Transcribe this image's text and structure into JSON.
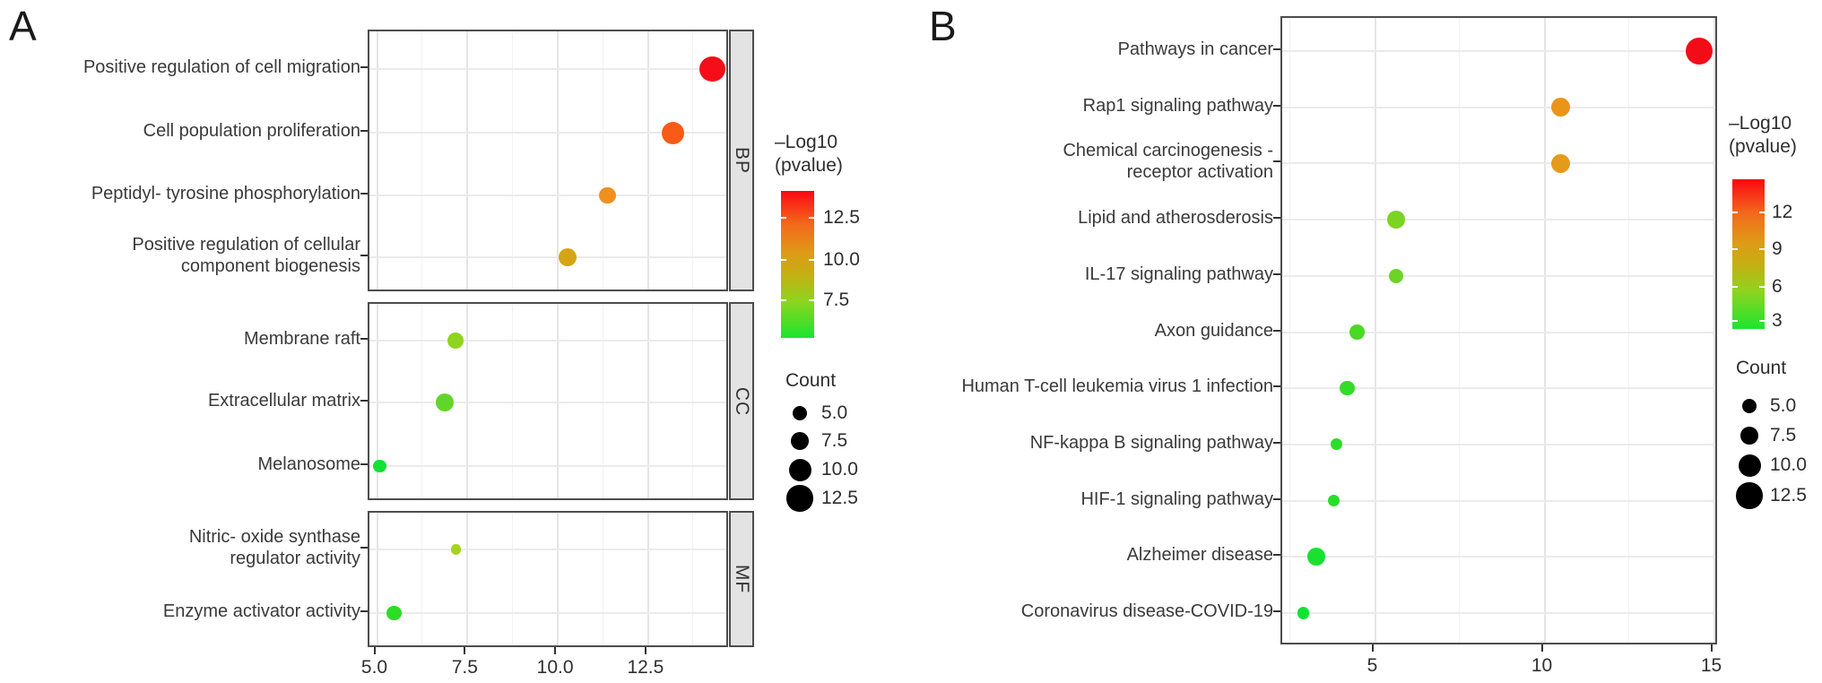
{
  "panels": [
    {
      "label": "A"
    },
    {
      "label": "B"
    }
  ],
  "chart_data": [
    {
      "type": "scatter",
      "panel_label": "A",
      "description": "GO enrichment dot plot faceted by ontology",
      "x_axis": {
        "tick_labels": [
          "5.0",
          "7.5",
          "10.0",
          "12.5"
        ],
        "tick_values": [
          5,
          7.5,
          10,
          12.5
        ],
        "minor_values": [
          6.25,
          8.75,
          11.25,
          13.75
        ],
        "range": [
          4.8,
          14.8
        ]
      },
      "facets": [
        {
          "name": "BP",
          "points": [
            {
              "term_lines": [
                "Positive regulation of cell migration"
              ],
              "x": 14.3,
              "count": 12,
              "neg_log10_pvalue": 13.9,
              "color": "#f50d19"
            },
            {
              "term_lines": [
                "Cell population proliferation"
              ],
              "x": 13.2,
              "count": 10,
              "neg_log10_pvalue": 12.7,
              "color": "#f95a16"
            },
            {
              "term_lines": [
                "Peptidyl- tyrosine phosphorylation"
              ],
              "x": 11.4,
              "count": 6,
              "neg_log10_pvalue": 11.3,
              "color": "#ef8f1c"
            },
            {
              "term_lines": [
                "Positive regulation of cellular",
                "component biogenesis"
              ],
              "x": 10.3,
              "count": 7,
              "neg_log10_pvalue": 10.4,
              "color": "#d5a513"
            }
          ]
        },
        {
          "name": "CC",
          "points": [
            {
              "term_lines": [
                "Membrane raft"
              ],
              "x": 7.2,
              "count": 6,
              "neg_log10_pvalue": 8.3,
              "color": "#8fd41f"
            },
            {
              "term_lines": [
                "Extracellular matrix"
              ],
              "x": 6.9,
              "count": 7,
              "neg_log10_pvalue": 7.5,
              "color": "#62d52a"
            },
            {
              "term_lines": [
                "Melanosome"
              ],
              "x": 5.1,
              "count": 4,
              "neg_log10_pvalue": 6.2,
              "color": "#13e233"
            }
          ]
        },
        {
          "name": "MF",
          "points": [
            {
              "term_lines": [
                "Nitric- oxide synthase",
                "regulator activity"
              ],
              "x": 7.2,
              "count": 2,
              "neg_log10_pvalue": 8.5,
              "color": "#a6d41b"
            },
            {
              "term_lines": [
                "Enzyme activator activity"
              ],
              "x": 5.5,
              "count": 5,
              "neg_log10_pvalue": 6.8,
              "color": "#2cdc28"
            }
          ]
        }
      ],
      "color_legend": {
        "title_line1": "–Log10",
        "title_line2": "(pvalue)",
        "tick_labels": [
          "12.5",
          "10.0",
          "7.5"
        ],
        "tick_fractions": [
          0.183,
          0.47,
          0.744
        ],
        "high_color": "#fb0712",
        "low_color": "#1be52e"
      },
      "size_legend": {
        "title": "Count",
        "entries": [
          "5.0",
          "7.5",
          "10.0",
          "12.5"
        ],
        "values": [
          5,
          7.5,
          10,
          12.5
        ]
      }
    },
    {
      "type": "scatter",
      "panel_label": "B",
      "description": "KEGG pathway enrichment dot plot",
      "x_axis": {
        "tick_labels": [
          "5",
          "10",
          "15"
        ],
        "tick_values": [
          5,
          10,
          15
        ],
        "minor_values": [
          2.5,
          7.5,
          12.5
        ],
        "range": [
          2.3,
          15.2
        ]
      },
      "facets": [
        {
          "name": "",
          "points": [
            {
              "term_lines": [
                "Pathways in cancer"
              ],
              "x": 14.6,
              "count": 13,
              "neg_log10_pvalue": 13.0,
              "color": "#f30b18"
            },
            {
              "term_lines": [
                "Rap1 signaling pathway"
              ],
              "x": 10.5,
              "count": 8,
              "neg_log10_pvalue": 9.3,
              "color": "#e9951a"
            },
            {
              "term_lines": [
                "Chemical carcinogenesis -",
                "receptor activation"
              ],
              "x": 10.5,
              "count": 8,
              "neg_log10_pvalue": 9.3,
              "color": "#e59b19"
            },
            {
              "term_lines": [
                "Lipid and atherosderosis"
              ],
              "x": 5.65,
              "count": 7,
              "neg_log10_pvalue": 5.2,
              "color": "#7cd321"
            },
            {
              "term_lines": [
                "IL-17 signaling pathway"
              ],
              "x": 5.65,
              "count": 5,
              "neg_log10_pvalue": 4.9,
              "color": "#6bd425"
            },
            {
              "term_lines": [
                "Axon guidance"
              ],
              "x": 4.5,
              "count": 5,
              "neg_log10_pvalue": 4.3,
              "color": "#4cd827"
            },
            {
              "term_lines": [
                "Human T-cell leukemia virus 1 infection"
              ],
              "x": 4.2,
              "count": 5,
              "neg_log10_pvalue": 3.9,
              "color": "#35db29"
            },
            {
              "term_lines": [
                "NF-kappa B signaling pathway"
              ],
              "x": 3.9,
              "count": 3,
              "neg_log10_pvalue": 3.6,
              "color": "#2cdd2b"
            },
            {
              "term_lines": [
                "HIF-1 signaling pathway"
              ],
              "x": 3.8,
              "count": 3,
              "neg_log10_pvalue": 3.5,
              "color": "#28de2c"
            },
            {
              "term_lines": [
                "Alzheimer disease"
              ],
              "x": 3.3,
              "count": 7,
              "neg_log10_pvalue": 3.1,
              "color": "#1ce030"
            },
            {
              "term_lines": [
                "Coronavirus disease-COVID-19"
              ],
              "x": 2.9,
              "count": 3,
              "neg_log10_pvalue": 2.8,
              "color": "#12e235"
            }
          ]
        }
      ],
      "color_legend": {
        "title_line1": "–Log10",
        "title_line2": "(pvalue)",
        "tick_labels": [
          "12",
          "9",
          "6",
          "3"
        ],
        "tick_fractions": [
          0.222,
          0.467,
          0.719,
          0.946
        ],
        "high_color": "#fb0712",
        "low_color": "#1be52e"
      },
      "size_legend": {
        "title": "Count",
        "entries": [
          "5.0",
          "7.5",
          "10.0",
          "12.5"
        ],
        "values": [
          5,
          7.5,
          10,
          12.5
        ]
      }
    }
  ]
}
